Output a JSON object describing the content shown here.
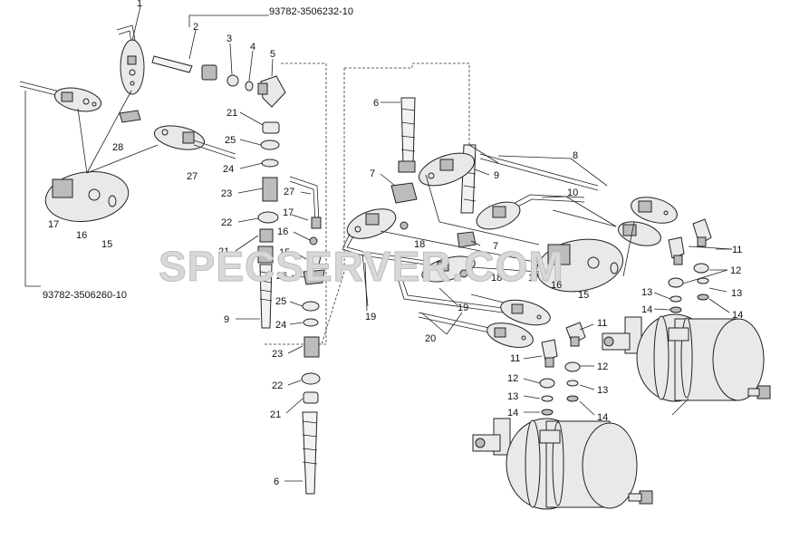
{
  "assembly_codes": {
    "top": "93782-3506232-10",
    "left": "93782-3506260-10"
  },
  "labels": {
    "n1": "1",
    "n2": "2",
    "n3": "3",
    "n4": "4",
    "n5": "5",
    "n6a": "6",
    "n6b": "6",
    "n7a": "7",
    "n7b": "7",
    "n8": "8",
    "n9a": "9",
    "n9b": "9",
    "n10": "10",
    "n11a": "11",
    "n11b": "11",
    "n12a": "12",
    "n12b": "12",
    "n12c": "12",
    "n13a": "13",
    "n13b": "13",
    "n13c": "13",
    "n13d": "13",
    "n14a": "14",
    "n14b": "14",
    "n14c": "14",
    "n14d": "14",
    "n15a": "15",
    "n15b": "15",
    "n15c": "15",
    "n16a": "16",
    "n16b": "16",
    "n16c": "16",
    "n17a": "17",
    "n17b": "17",
    "n17c": "17",
    "n18a": "18",
    "n18b": "18",
    "n19a": "19",
    "n19b": "19",
    "n20": "20",
    "n21a": "21",
    "n21b": "21",
    "n21c": "21",
    "n22a": "22",
    "n22b": "22",
    "n23a": "23",
    "n23b": "23",
    "n24a": "24",
    "n24b": "24",
    "n25a": "25",
    "n25b": "25",
    "n26": "26",
    "n27a": "27",
    "n27b": "27",
    "n28": "28"
  },
  "watermark": "SPECSERVER.COM"
}
